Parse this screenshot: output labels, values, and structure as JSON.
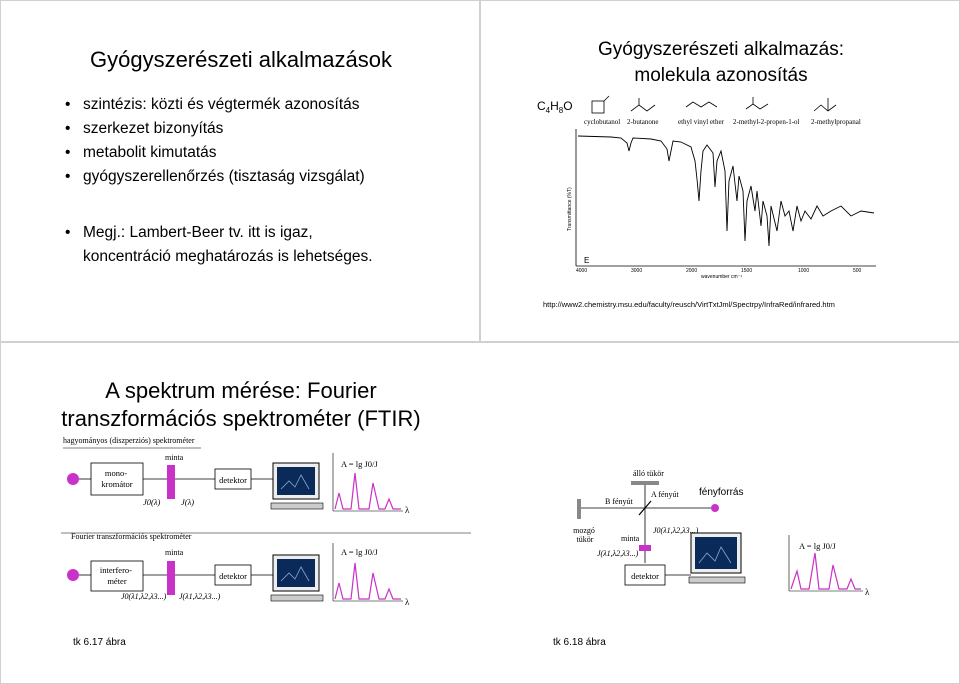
{
  "slide1": {
    "title": "Gyógyszerészeti alkalmazások",
    "bullets": [
      "szintézis: közti és végtermék azonosítás",
      "szerkezet bizonyítás",
      "metabolit kimutatás",
      "gyógyszerellenőrzés (tisztaság vizsgálat)"
    ],
    "note_line1": "Megj.: Lambert-Beer tv. itt is igaz,",
    "note_line2": "koncentráció meghatározás is lehetséges."
  },
  "slide2": {
    "title_line1": "Gyógyszerészeti alkalmazás:",
    "title_line2": "molekula azonosítás",
    "formula": "C4H8O",
    "molecules": [
      "cyclobutanol",
      "2-butanone",
      "ethyl vinyl ether",
      "2-methyl-2-propen-1-ol",
      "2-methylpropanal"
    ],
    "ylabel": "Transmittance (%T)",
    "xlabel": "wavenumber cm⁻¹",
    "xticks": [
      "4000",
      "3000",
      "2000",
      "1500",
      "1000",
      "500"
    ],
    "panel_letter": "E",
    "url": "http://www2.chemistry.msu.edu/faculty/reusch/VirtTxtJml/Spectrpy/InfraRed/infrared.htm"
  },
  "slide3": {
    "title_line1": "A spektrum mérése: Fourier",
    "title_line2": "transzformációs spektrométer (FTIR)",
    "left": {
      "top_label": "hagyományos (diszperziós) spektrométer",
      "bottom_label": "Fourier transzformációs spektrométer",
      "sample": "minta",
      "mono": "mono-\nkromátor",
      "mono_l1": "mono-",
      "mono_l2": "kromátor",
      "interf_l1": "interfero-",
      "interf_l2": "méter",
      "detector": "detektor",
      "j0": "J0(λ)",
      "j": "J(λ)",
      "j0multi": "J0(λ1,λ2,λ3...)",
      "jmulti": "J(λ1,λ2,λ3...)",
      "absorbance": "A = lg J0/J",
      "lambda": "λ",
      "caption": "tk 6.17 ábra"
    },
    "right": {
      "fixed_mirror": "álló tükör",
      "beam_a": "A fényút",
      "beam_b": "B fényút",
      "light_source": "fényforrás",
      "moving_mirror_l1": "mozgó",
      "moving_mirror_l2": "tükör",
      "sample": "minta",
      "j0multi": "J0(λ1,λ2,λ3...)",
      "jmulti": "J(λ1,λ2,λ3...)",
      "detector": "detektor",
      "absorbance": "A = lg J0/J",
      "lambda": "λ",
      "caption": "tk 6.18 ábra"
    }
  }
}
